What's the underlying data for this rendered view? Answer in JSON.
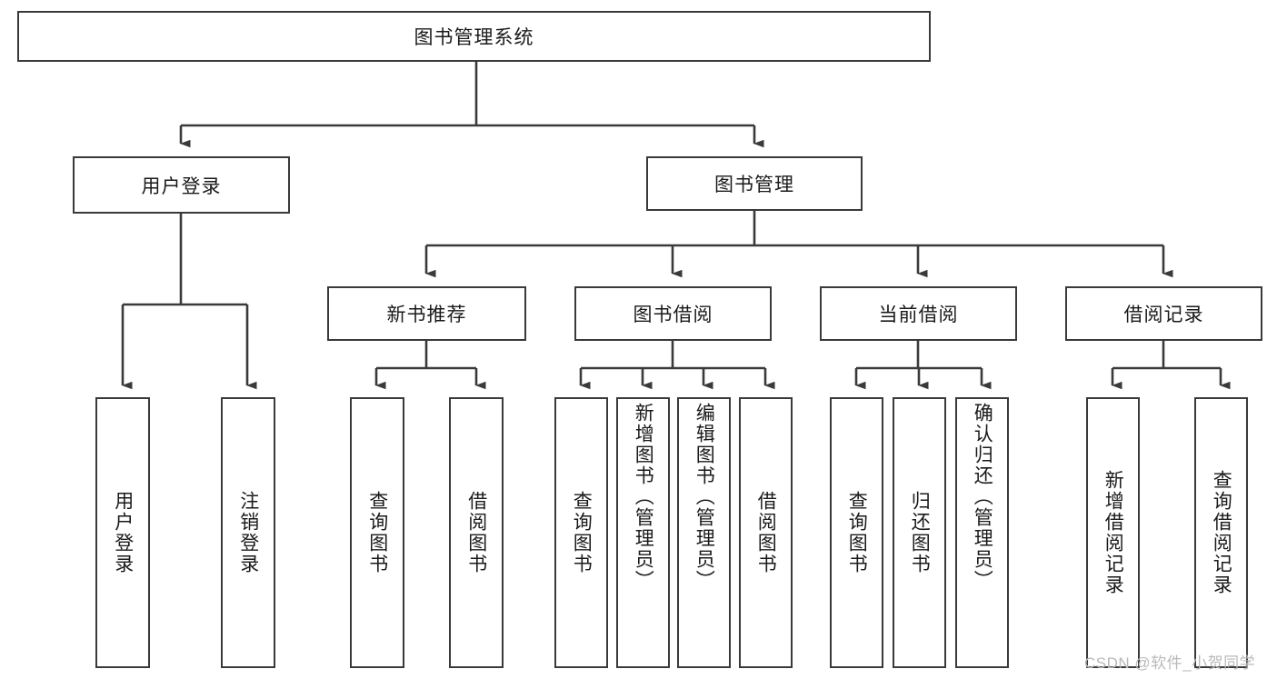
{
  "diagram": {
    "title_box": {
      "label": "图书管理系统"
    },
    "level1": [
      {
        "id": "user-login",
        "label": "用户登录"
      },
      {
        "id": "book-management",
        "label": "图书管理"
      }
    ],
    "level2": [
      {
        "id": "new-book-recommend",
        "label": "新书推荐"
      },
      {
        "id": "book-borrow",
        "label": "图书借阅"
      },
      {
        "id": "current-borrow",
        "label": "当前借阅"
      },
      {
        "id": "borrow-record",
        "label": "借阅记录"
      }
    ],
    "leaves": {
      "user_login": [
        {
          "id": "leaf-user-login",
          "label": "用户登录"
        },
        {
          "id": "leaf-logout-login",
          "label": "注销登录"
        }
      ],
      "new_book_recommend": [
        {
          "id": "leaf-query-book-1",
          "label": "查询图书"
        },
        {
          "id": "leaf-borrow-book-1",
          "label": "借阅图书"
        }
      ],
      "book_borrow": [
        {
          "id": "leaf-query-book-2",
          "label": "查询图书"
        },
        {
          "id": "leaf-add-book-admin",
          "label": "新增图书（管理员）"
        },
        {
          "id": "leaf-edit-book-admin",
          "label": "编辑图书（管理员）"
        },
        {
          "id": "leaf-borrow-book-2",
          "label": "借阅图书"
        }
      ],
      "current_borrow": [
        {
          "id": "leaf-query-book-3",
          "label": "查询图书"
        },
        {
          "id": "leaf-return-book",
          "label": "归还图书"
        },
        {
          "id": "leaf-confirm-return-admin",
          "label": "确认归还（管理员）"
        }
      ],
      "borrow_record": [
        {
          "id": "leaf-add-borrow-record",
          "label": "新增借阅记录"
        },
        {
          "id": "leaf-query-borrow-record",
          "label": "查询借阅记录"
        }
      ]
    },
    "watermark": {
      "text": "CSDN @软件_小贺同学"
    },
    "colors": {
      "stroke": "#3a3a3a",
      "fill": "#ffffff",
      "text": "#1a1a1a",
      "watermark": "#b9b9b9"
    }
  }
}
